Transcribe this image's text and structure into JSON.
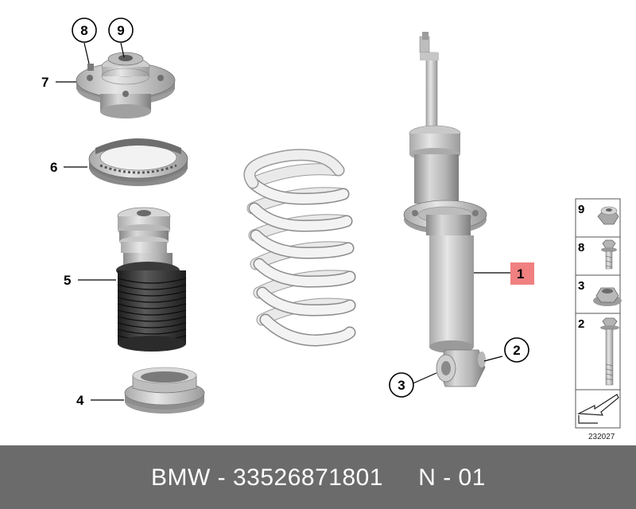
{
  "callouts": {
    "c1": "1",
    "c2": "2",
    "c3": "3",
    "c4": "4",
    "c5": "5",
    "c6": "6",
    "c7": "7",
    "c8": "8",
    "c9": "9"
  },
  "sidebar": {
    "items": [
      {
        "num": "9",
        "icon": "nut-icon"
      },
      {
        "num": "8",
        "icon": "flange-bolt-icon"
      },
      {
        "num": "3",
        "icon": "flange-nut-icon"
      },
      {
        "num": "2",
        "icon": "long-bolt-icon"
      }
    ],
    "diagram_code": "232027"
  },
  "footer": {
    "brand": "BMW",
    "sep1": " - ",
    "part_number": "33526871801",
    "gap": "     ",
    "note": "N - 01"
  },
  "colors": {
    "footer_bg": "#6b6b6b",
    "highlight": "#f08080"
  }
}
